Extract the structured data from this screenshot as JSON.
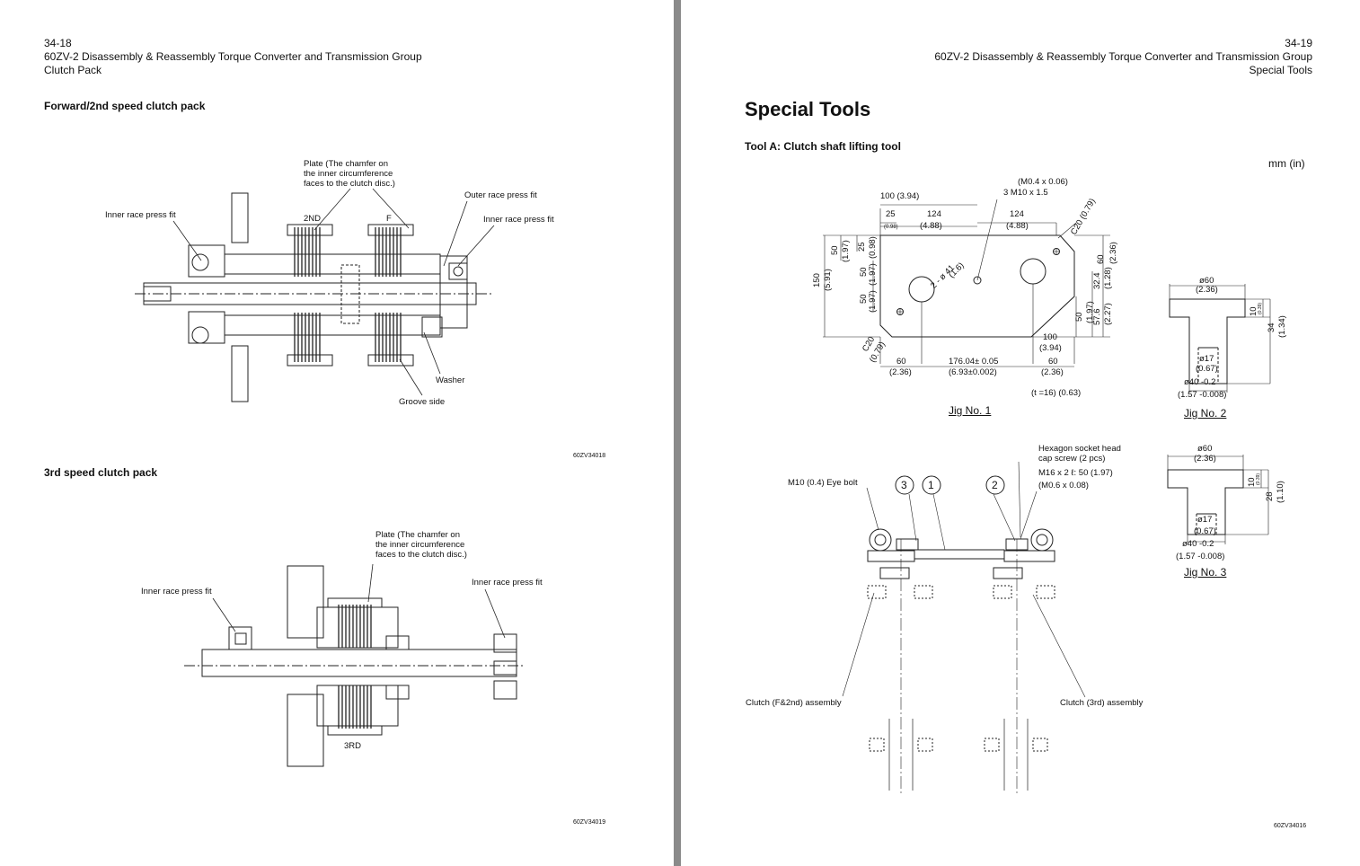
{
  "left": {
    "page_number": "34-18",
    "title": "60ZV-2 Disassembly & Reassembly Torque Converter and Transmission Group",
    "section": "Clutch Pack",
    "fig1": {
      "heading": "Forward/2nd speed clutch pack",
      "plate_note": [
        "Plate (The chamfer on",
        "the inner circumference",
        "faces to the clutch disc.)"
      ],
      "labels": {
        "inner_left": "Inner race press fit",
        "outer_race": "Outer race press fit",
        "inner_right": "Inner race press fit",
        "second": "2ND",
        "forward": "F",
        "washer": "Washer",
        "groove": "Groove side"
      },
      "code": "60ZV34018"
    },
    "fig2": {
      "heading": "3rd speed clutch pack",
      "plate_note": [
        "Plate (The chamfer on",
        "the inner circumference",
        "faces to the clutch disc.)"
      ],
      "labels": {
        "inner_left": "Inner race press fit",
        "inner_right": "Inner race press fit",
        "third": "3RD"
      },
      "code": "60ZV34019"
    }
  },
  "right": {
    "page_number": "34-19",
    "title": "60ZV-2 Disassembly & Reassembly Torque Converter and Transmission Group",
    "section": "Special Tools",
    "heading": "Special Tools",
    "tool_heading": "Tool A: Clutch shaft lifting tool",
    "units": "mm (in)",
    "jig1": {
      "caption": "Jig No. 1",
      "dims": {
        "d100": "100 (3.94)",
        "m04": "(M0.4 x 0.06)",
        "m10": "3    M10 x 1.5",
        "d25": "25",
        "d098": "(0.98)",
        "d124a": "124",
        "d488a": "(4.88)",
        "d124b": "124",
        "d488b": "(4.88)",
        "c20a": "C20 (0.79)",
        "d150": "150",
        "d591": "(5.91)",
        "d50a": "50",
        "d197a": "(1.97)",
        "d25v": "25",
        "d098v": "(0.98)",
        "d50b": "50",
        "d197b": "(1.97)",
        "d50c": "50",
        "d197c": "(1.97)",
        "hole": "2 - ø 41",
        "hole_in": "(1.6)",
        "d60v": "60",
        "d236v": "(2.36)",
        "d324": "32.4",
        "d128": "(1.28)",
        "d576": "57.6",
        "d227": "(2.27)",
        "d50d": "50",
        "d197d": "(1.97)",
        "d100b": "100",
        "d394b": "(3.94)",
        "c20b": "C20",
        "c079b": "(0.79)",
        "d60a": "60",
        "d236a": "(2.36)",
        "d17604": "176.04± 0.05",
        "d693": "(6.93±0.002)",
        "d60b": "60",
        "d236b": "(2.36)",
        "thick": "(t =16)  (0.63)"
      }
    },
    "jig2": {
      "caption": "Jig No. 2",
      "dims": {
        "d60": "ø60",
        "d236": "(2.36)",
        "d10": "10",
        "d039": "(0.39)",
        "d34": "34",
        "d134": "(1.34)",
        "d17": "ø17",
        "d067": "(0.67)",
        "d40": "ø40  -0.2",
        "d157": "(1.57 -0.008)"
      }
    },
    "jig3": {
      "caption": "Jig No. 3",
      "dims": {
        "d60": "ø60",
        "d236": "(2.36)",
        "d10": "10",
        "d039": "(0.39)",
        "d28": "28",
        "d110": "(1.10)",
        "d17": "ø17",
        "d067": "(0.67)",
        "d40": "ø40  -0.2",
        "d157": "(1.57 -0.008)"
      }
    },
    "assembly": {
      "eye_bolt": "M10 (0.4) Eye bolt",
      "hex_screw": [
        "Hexagon socket head",
        "cap screw (2 pcs)"
      ],
      "m16": "M16 x 2  ℓ: 50  (1.97)",
      "m06": "(M0.6 x 0.08)",
      "callout3": "3",
      "callout1": "1",
      "callout2": "2",
      "clutch_f2": "Clutch (F&2nd) assembly",
      "clutch_3": "Clutch (3rd) assembly"
    },
    "code": "60ZV34016"
  }
}
